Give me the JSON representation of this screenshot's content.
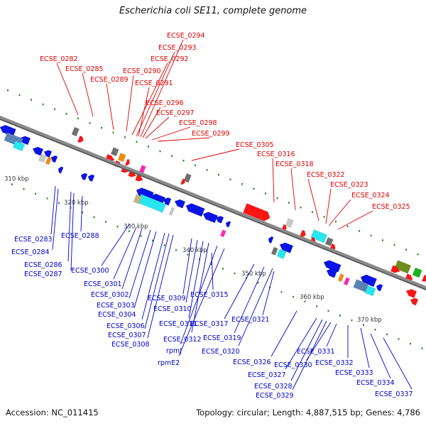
{
  "title": "Escherichia coli SE11, complete genome",
  "footer": {
    "accession": "Accession: NC_011415",
    "summary": "Topology: circular; Length: 4,887,515 bp; Genes: 4,786"
  },
  "colors": {
    "top_label": "#e00000",
    "bottom_label": "#0000cc",
    "backbone": "#8a8a8a",
    "tick": "#2a8a2a",
    "red_gene": "#ff1414",
    "blue_gene": "#0a14e6",
    "cyan_gene": "#28e6f0",
    "gray_gene": "#707070",
    "orange_gene": "#f08c0a",
    "magenta_gene": "#ff28b4",
    "olive_gene": "#6e8c1e",
    "green_gene": "#14b41e",
    "steel_gene": "#5a82b4",
    "khaki_gene": "#c8b482",
    "lightgray_gene": "#c8c8c8"
  },
  "kbp_labels": [
    "310 kbp",
    "320 kbp",
    "330 kbp",
    "340 kbp",
    "350 kbp",
    "360 kbp",
    "370 kbp"
  ],
  "top_labels": [
    "ECSE_0294",
    "ECSE_0293",
    "ECSE_0292",
    "ECSE_0282",
    "ECSE_0285",
    "ECSE_0290",
    "ECSE_0289",
    "ECSE_0291",
    "ECSE_0296",
    "ECSE_0297",
    "ECSE_0298",
    "ECSE_0299",
    "ECSE_0305",
    "ECSE_0316",
    "ECSE_0318",
    "ECSE_0322",
    "ECSE_0323",
    "ECSE_0324",
    "ECSE_0325"
  ],
  "bottom_labels": [
    "ECSE_0283",
    "ECSE_0284",
    "ECSE_0286",
    "ECSE_0287",
    "ECSE_0288",
    "ECSE_0300",
    "ECSE_0301",
    "ECSE_0302",
    "ECSE_0303",
    "ECSE_0304",
    "ECSE_0306",
    "ECSE_0307",
    "ECSE_0308",
    "ECSE_0309",
    "ECSE_0310",
    "ECSE_0311",
    "ECSE_0312",
    "rpmJ",
    "rpmE2",
    "ECSE_0315",
    "ECSE_0317",
    "ECSE_0319",
    "ECSE_0320",
    "ECSE_0321",
    "ECSE_0326",
    "ECSE_0327",
    "ECSE_0328",
    "ECSE_0329",
    "ECSE_0330",
    "ECSE_0331",
    "ECSE_0332",
    "ECSE_0333",
    "ECSE_0334",
    "ECSE_0337"
  ]
}
